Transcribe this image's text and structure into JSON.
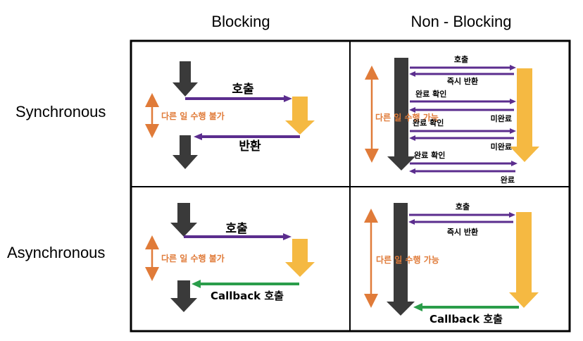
{
  "columns": {
    "blocking": "Blocking",
    "non_blocking": "Non - Blocking"
  },
  "rows": {
    "synchronous": "Synchronous",
    "asynchronous": "Asynchronous"
  },
  "sync_blocking": {
    "call": "호출",
    "wait": "다른 일 수행 불가",
    "return": "반환"
  },
  "sync_nonblocking": {
    "call": "호출",
    "immediate_return": "즉시 반환",
    "wait": "다른 일 수행 가능",
    "check1": "완료 확인",
    "not_done1": "미완료",
    "check2": "완료 확인",
    "not_done2": "미완료",
    "check3": "완료 확인",
    "done": "완료"
  },
  "async_blocking": {
    "call": "호출",
    "wait": "다른 일 수행 불가",
    "callback": "Callback 호출"
  },
  "async_nonblocking": {
    "call": "호출",
    "immediate_return": "즉시 반환",
    "wait": "다른 일 수행 가능",
    "callback": "Callback 호출"
  },
  "colors": {
    "grid": "#000000",
    "caller": "#3a3a3a",
    "callee": "#f5b942",
    "request": "#5b2d8e",
    "callback": "#2a9d4a",
    "wait_arrow": "#e07b39"
  }
}
